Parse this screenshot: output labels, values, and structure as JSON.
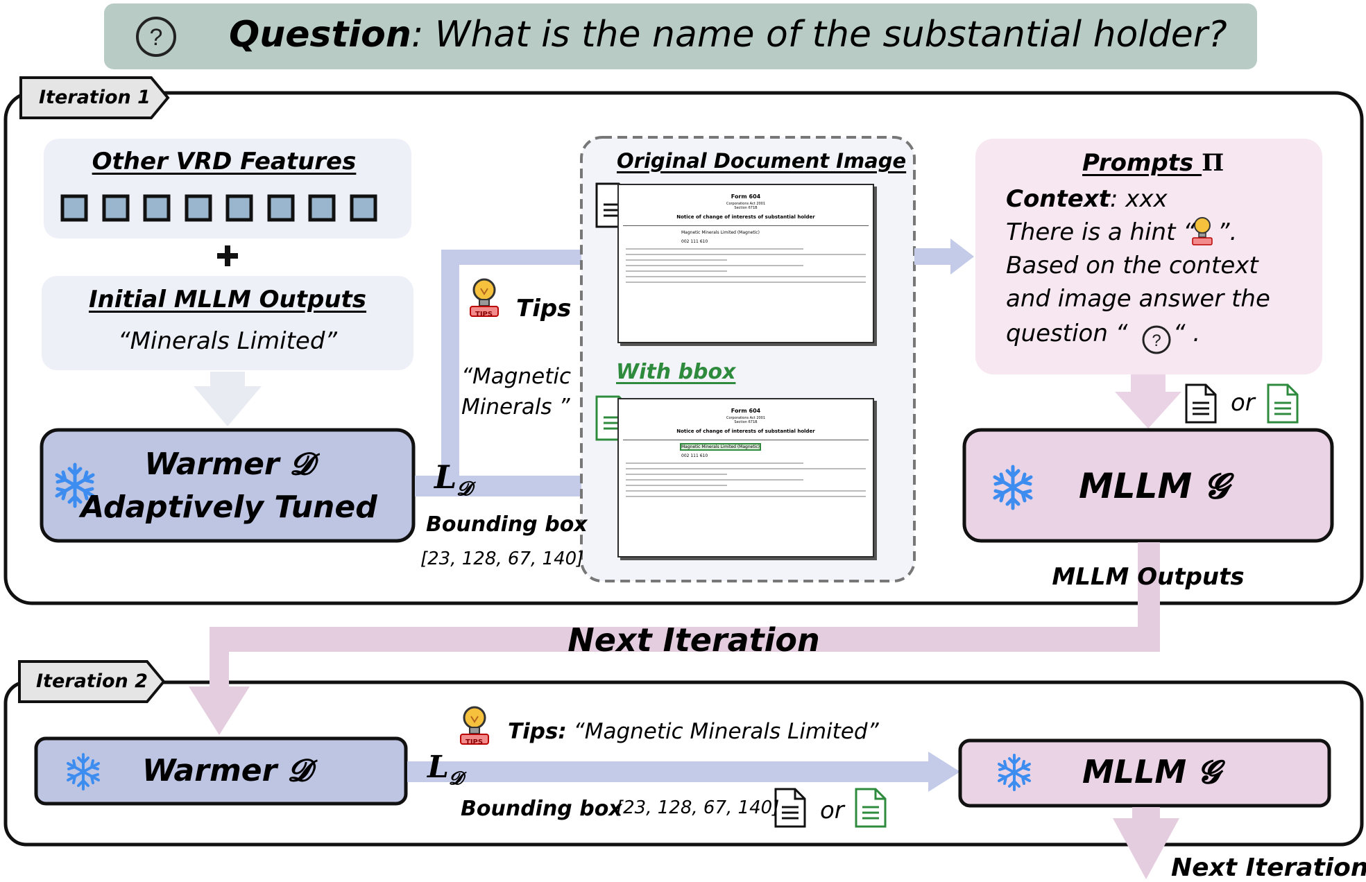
{
  "question": {
    "label": "Question",
    "text": ": What is the name of the substantial holder?"
  },
  "iteration1": {
    "tab": "Iteration 1",
    "vrd_features": "Other VRD Features",
    "initial_outputs": {
      "title": "Initial MLLM Outputs",
      "value": "“Minerals Limited”"
    },
    "warmer": {
      "line1": "Warmer 𝓓",
      "line2": "Adaptively Tuned"
    },
    "loss": "L",
    "loss_sub": "𝓓",
    "tips": {
      "label": "Tips",
      "value_line1": "“Magnetic",
      "value_line2": "Minerals ”"
    },
    "bbox": {
      "label": "Bounding box",
      "value": "[23, 128, 67, 140]"
    },
    "original_image": "Original Document Image",
    "with_bbox": "With bbox",
    "prompts": {
      "title": "Prompts ",
      "symbol": "Π",
      "context_label": "Context",
      "context_value": ": xxx",
      "line1a": "There is a hint “",
      "line1b": "”.",
      "line2": "Based on the context",
      "line3": "and image answer the",
      "line4a": "question  “ ",
      "line4b": " “ ."
    },
    "or": "or",
    "mllm": "MLLM 𝓖",
    "mllm_outputs": "MLLM Outputs"
  },
  "next_iteration": "Next Iteration",
  "iteration2": {
    "tab": "Iteration 2",
    "warmer": "Warmer 𝓓",
    "loss": "L",
    "loss_sub": "𝓓",
    "tips_label": "Tips:",
    "tips_value": "“Magnetic Minerals Limited”",
    "bbox_label": "Bounding box",
    "bbox_value": "[23, 128, 67, 140]",
    "or": "or",
    "mllm": "MLLM 𝓖",
    "next": "Next Iteration"
  },
  "document": {
    "form": "Form 604",
    "act": "Corporations Act 2001",
    "section": "Section 671B",
    "heading": "Notice of change of interests of substantial holder",
    "company": "Magnetic Minerals Limited (Magnetic)",
    "acn": "002 111 610"
  },
  "tips_badge": "TIPS",
  "colors": {
    "question_bar": "#b8cbc4",
    "light_box": "#eef0f7",
    "warmer_fill": "#bdc5e3",
    "mllm_fill": "#ead3e4",
    "prompt_fill": "#f6e7f0",
    "blue_arrow": "#c3cbe8",
    "pink_arrow": "#e5cde0",
    "green": "#2e8b3e",
    "snowflake": "#3d8cf0"
  }
}
